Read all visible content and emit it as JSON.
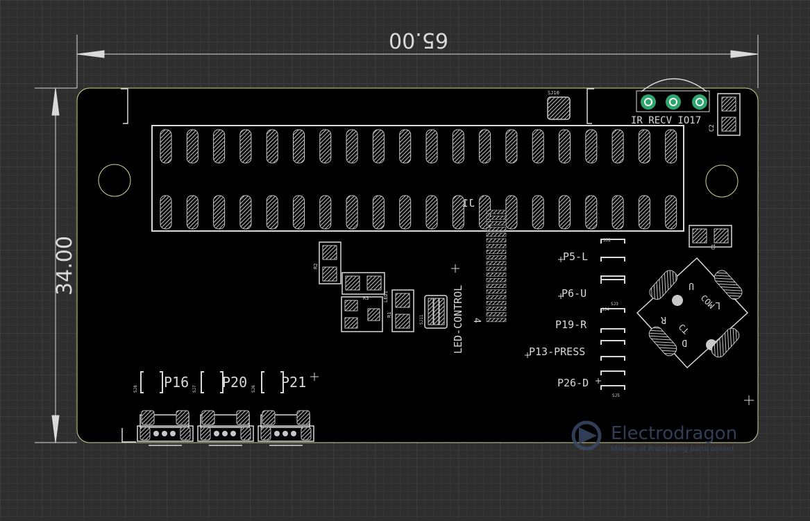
{
  "colors": {
    "background": "#2e2e2e",
    "grid_minor": "#3d3d3d",
    "grid_major": "#4a4a4a",
    "board": "#000000",
    "board_edge": "#d6d696",
    "silk": "#d9d9d9",
    "pad_fill": "#c8c8c8",
    "via_ring": "#2fa56e",
    "watermark": "#3a4a66"
  },
  "dimensions": {
    "width_label": "65.00",
    "height_label": "34.00"
  },
  "header": {
    "label": "J1"
  },
  "ir_receiver": {
    "label": "IR_RECV_IO17"
  },
  "jumpers": {
    "sj10": "SJ10",
    "sj2": "SJ2",
    "sj3": "SJ3",
    "sj4": "SJ4",
    "sj5": "SJ5",
    "sj8": "SJ8",
    "sj7": "SJ7",
    "sj6": "SJ6",
    "sj11": "SJ11"
  },
  "components": {
    "c2": "C2",
    "c1": "C1",
    "r2": "R2",
    "r3": "R3",
    "r1": "R1",
    "led1": "LED1"
  },
  "led": {
    "label": "LED-CONTROL",
    "number": "4"
  },
  "joystick_labels": [
    {
      "key": "up",
      "text": "P6-U"
    },
    {
      "key": "left",
      "text": "P5-L"
    },
    {
      "key": "right",
      "text": "P19-R"
    },
    {
      "key": "press",
      "text": "P13-PRESS"
    },
    {
      "key": "down",
      "text": "P26-D"
    }
  ],
  "joystick": {
    "u": "U",
    "l": "L",
    "com": "COM",
    "r": "R",
    "d": "D",
    "ct": "CT"
  },
  "buttons": [
    {
      "text": "P16"
    },
    {
      "text": "P20"
    },
    {
      "text": "P21"
    }
  ],
  "watermark": {
    "brand": "Electrodragon",
    "tagline": "Millions of Prototyping parts online!"
  }
}
